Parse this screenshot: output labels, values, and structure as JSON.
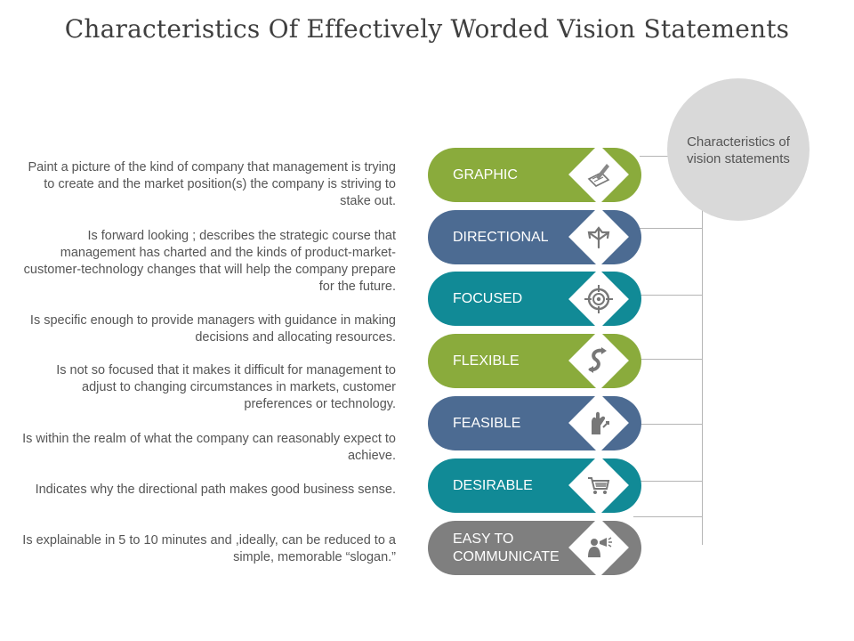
{
  "title": "Characteristics Of Effectively Worded Vision Statements",
  "center": {
    "label": "Characteristics of vision statements"
  },
  "colors": {
    "green": "#8aab3c",
    "blue": "#4c6b92",
    "teal": "#118a96",
    "gray": "#7f7f7f",
    "connector": "#b5b5b5"
  },
  "items": [
    {
      "label": "GRAPHIC",
      "icon": "pen-paper-icon",
      "color": "#8aab3c",
      "description": "Paint a picture of the kind of company that management is trying to create and the market position(s) the company is striving to stake out."
    },
    {
      "label": "DIRECTIONAL",
      "icon": "directions-arrows-icon",
      "color": "#4c6b92",
      "description": "Is forward looking ; describes the strategic course that management has charted and the kinds of product-market-customer-technology changes that will help the company prepare for the future."
    },
    {
      "label": "FOCUSED",
      "icon": "target-icon",
      "color": "#118a96",
      "description": "Is specific enough to provide managers with guidance in making decisions and allocating resources."
    },
    {
      "label": "FLEXIBLE",
      "icon": "flex-arrows-icon",
      "color": "#8aab3c",
      "description": "Is not so focused that it makes it difficult for management to adjust to changing circumstances in markets, customer preferences or technology."
    },
    {
      "label": "FEASIBLE",
      "icon": "hand-growth-icon",
      "color": "#4c6b92",
      "description": "Is within the realm of what the company can reasonably expect to achieve."
    },
    {
      "label": "DESIRABLE",
      "icon": "shopping-cart-icon",
      "color": "#118a96",
      "description": "Indicates why the directional path makes good business sense."
    },
    {
      "label": "EASY TO COMMUNICATE",
      "icon": "megaphone-person-icon",
      "color": "#7f7f7f",
      "description": "Is explainable in 5 to 10 minutes and ,ideally, can be reduced to a simple, memorable “slogan.”"
    }
  ]
}
